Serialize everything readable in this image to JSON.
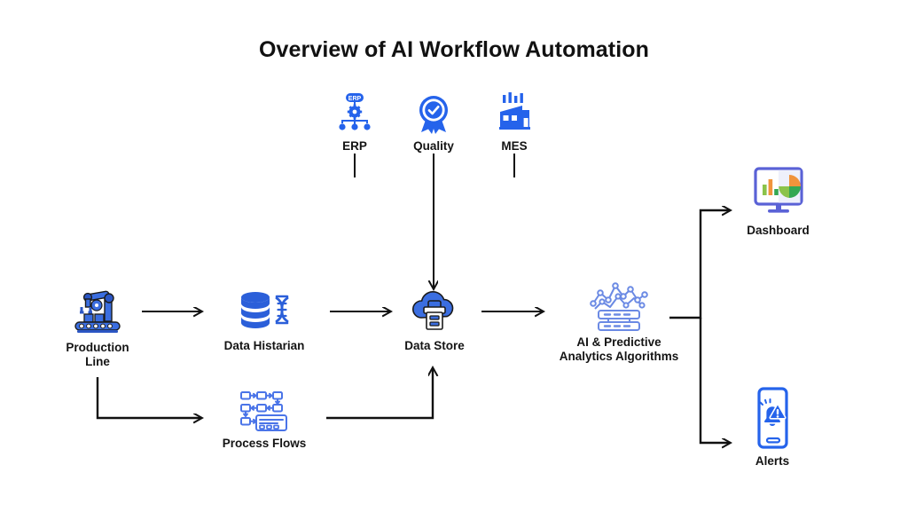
{
  "page": {
    "title": "Overview of AI Workflow Automation",
    "background_color": "#ffffff",
    "text_color": "#111111"
  },
  "palette": {
    "royal_blue": "#2563eb",
    "deep_blue": "#1e40af",
    "soft_blue": "#6b8ae4",
    "outline_dark": "#1b1b1b",
    "arrow_color": "#111111",
    "dashboard_frame": "#5a62d6",
    "chart_green": "#34a853",
    "chart_orange": "#f0943c",
    "chart_yellow_green": "#8bc34a"
  },
  "nodes": {
    "erp": {
      "label": "ERP",
      "icon": "erp-hierarchy-icon"
    },
    "quality": {
      "label": "Quality",
      "icon": "quality-badge-icon"
    },
    "mes": {
      "label": "MES",
      "icon": "factory-icon"
    },
    "production_line": {
      "label": "Production\nLine",
      "icon": "robot-arm-conveyor-icon"
    },
    "data_historian": {
      "label": "Data Histarian",
      "icon": "database-dna-icon"
    },
    "process_flows": {
      "label": "Process Flows",
      "icon": "flowchart-icon"
    },
    "data_store": {
      "label": "Data Store",
      "icon": "cloud-server-icon"
    },
    "ai_algorithms": {
      "label": "AI & Predictive\nAnalytics Algorithms",
      "icon": "neural-network-server-icon"
    },
    "dashboard": {
      "label": "Dashboard",
      "icon": "monitor-charts-icon"
    },
    "alerts": {
      "label": "Alerts",
      "icon": "phone-alert-bell-icon"
    }
  },
  "connections": [
    {
      "name": "production-line-to-data-historian",
      "from": "production_line",
      "to": "data_historian",
      "style": "straight-arrow-right"
    },
    {
      "name": "production-line-to-process-flows",
      "from": "production_line",
      "to": "process_flows",
      "style": "elbow-down-right-arrow"
    },
    {
      "name": "data-historian-to-data-store",
      "from": "data_historian",
      "to": "data_store",
      "style": "straight-arrow-right"
    },
    {
      "name": "process-flows-to-data-store",
      "from": "process_flows",
      "to": "data_store",
      "style": "elbow-right-up-arrow"
    },
    {
      "name": "erp-to-data-store",
      "from": "erp",
      "to": "data_store",
      "style": "short-stub-down"
    },
    {
      "name": "quality-to-data-store",
      "from": "quality",
      "to": "data_store",
      "style": "long-arrow-down"
    },
    {
      "name": "mes-to-data-store",
      "from": "mes",
      "to": "data_store",
      "style": "short-stub-down"
    },
    {
      "name": "data-store-to-ai",
      "from": "data_store",
      "to": "ai_algorithms",
      "style": "straight-arrow-right"
    },
    {
      "name": "ai-to-dashboard",
      "from": "ai_algorithms",
      "to": "dashboard",
      "style": "split-up-arrow-right"
    },
    {
      "name": "ai-to-alerts",
      "from": "ai_algorithms",
      "to": "alerts",
      "style": "split-down-arrow-right"
    }
  ]
}
